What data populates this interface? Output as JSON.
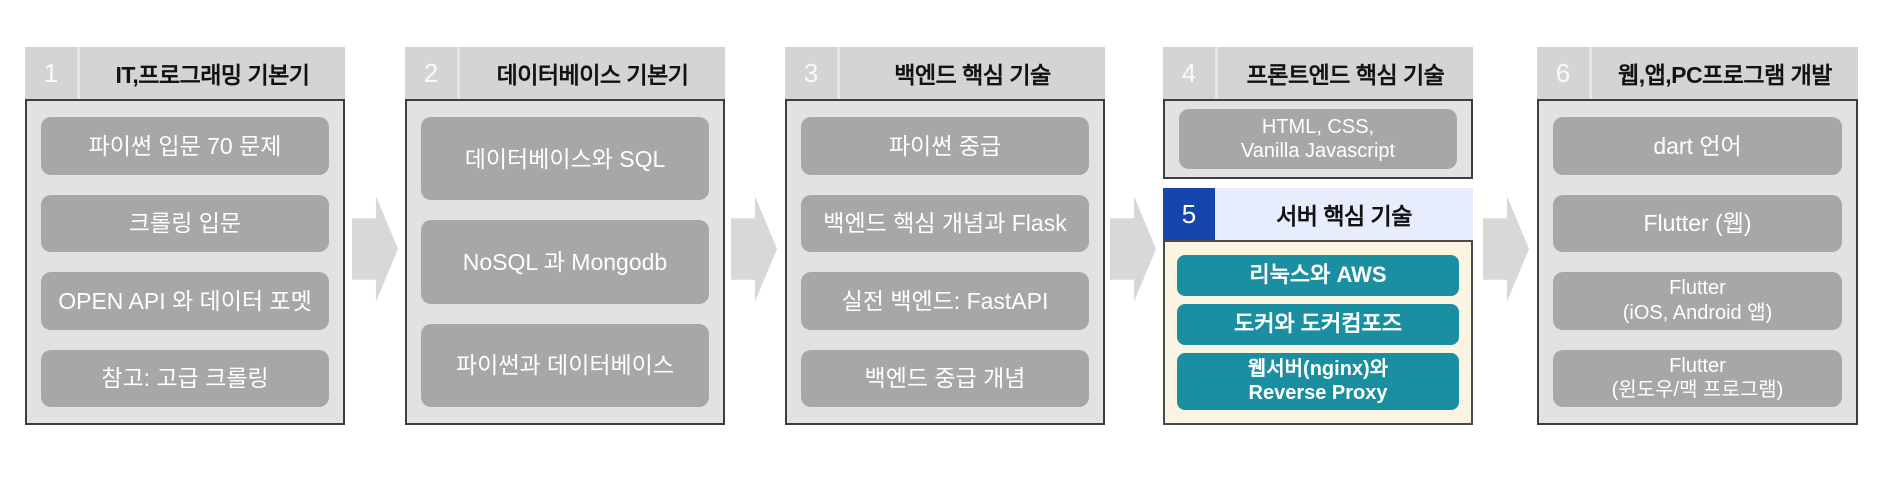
{
  "diagram": {
    "colors": {
      "header_gray": "#d4d4d4",
      "body_gray": "#e2e2e2",
      "item_gray": "#a7a7a7",
      "item_text": "#ffffff",
      "title_text": "#121212",
      "number_text": "#fafafa",
      "border_dark": "#3e3e3e",
      "arrow_gray": "#d8d8d8",
      "accent_blue": "#1545ad",
      "accent_header_bg": "#e7edfc",
      "accent_body_bg": "#fcf4e2",
      "teal": "#1a8fa1"
    },
    "arrow_icon": "right-block-arrow",
    "slots": [
      {
        "sections": [
          {
            "number": "1",
            "title": "IT,프로그래밍 기본기",
            "theme": "gray",
            "items": [
              {
                "lines": [
                  "파이썬 입문 70 문제"
                ]
              },
              {
                "lines": [
                  "크롤링 입문"
                ]
              },
              {
                "lines": [
                  "OPEN API 와 데이터 포멧"
                ]
              },
              {
                "lines": [
                  "참고: 고급 크롤링"
                ]
              }
            ]
          }
        ]
      },
      {
        "sections": [
          {
            "number": "2",
            "title": "데이터베이스 기본기",
            "theme": "gray",
            "items": [
              {
                "lines": [
                  "데이터베이스와 SQL"
                ]
              },
              {
                "lines": [
                  "NoSQL 과 Mongodb"
                ]
              },
              {
                "lines": [
                  "파이썬과 데이터베이스"
                ]
              }
            ]
          }
        ]
      },
      {
        "sections": [
          {
            "number": "3",
            "title": "백엔드 핵심 기술",
            "theme": "gray",
            "items": [
              {
                "lines": [
                  "파이썬 중급"
                ]
              },
              {
                "lines": [
                  "백엔드 핵심 개념과 Flask"
                ]
              },
              {
                "lines": [
                  "실전 백엔드: FastAPI"
                ]
              },
              {
                "lines": [
                  "백엔드 중급 개념"
                ]
              }
            ]
          }
        ]
      },
      {
        "sections": [
          {
            "number": "4",
            "title": "프론트엔드 핵심 기술",
            "theme": "gray",
            "items": [
              {
                "lines": [
                  "HTML, CSS,",
                  "Vanilla Javascript"
                ]
              }
            ]
          },
          {
            "number": "5",
            "title": "서버 핵심 기술",
            "theme": "blue",
            "items": [
              {
                "lines": [
                  "리눅스와 AWS"
                ]
              },
              {
                "lines": [
                  "도커와 도커컴포즈"
                ]
              },
              {
                "lines": [
                  "웹서버(nginx)와",
                  "Reverse Proxy"
                ]
              }
            ]
          }
        ]
      },
      {
        "sections": [
          {
            "number": "6",
            "title": "웹,앱,PC프로그램 개발",
            "theme": "gray",
            "items": [
              {
                "lines": [
                  "dart 언어"
                ]
              },
              {
                "lines": [
                  "Flutter (웹)"
                ]
              },
              {
                "lines": [
                  "Flutter",
                  "(iOS, Android 앱)"
                ]
              },
              {
                "lines": [
                  "Flutter",
                  "(윈도우/맥 프로그램)"
                ]
              }
            ]
          }
        ]
      }
    ]
  }
}
